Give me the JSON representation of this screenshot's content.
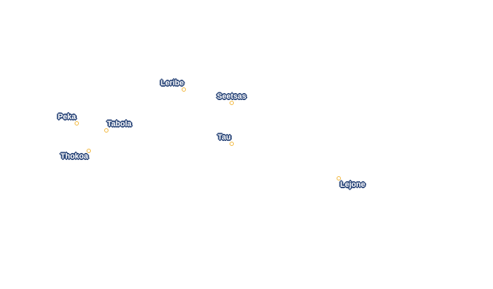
{
  "map": {
    "places": [
      {
        "name": "Leribe"
      },
      {
        "name": "Seetsas"
      },
      {
        "name": "Peka"
      },
      {
        "name": "Tabola"
      },
      {
        "name": "Tau"
      },
      {
        "name": "Thokoa"
      },
      {
        "name": "Lejone"
      }
    ],
    "colors": {
      "marker": "#f2b536",
      "label_text": "#ffffff",
      "label_halo": "#2f4a7c",
      "background": "#ffffff"
    },
    "icons": {
      "place_marker": "circle-marker-icon"
    }
  }
}
